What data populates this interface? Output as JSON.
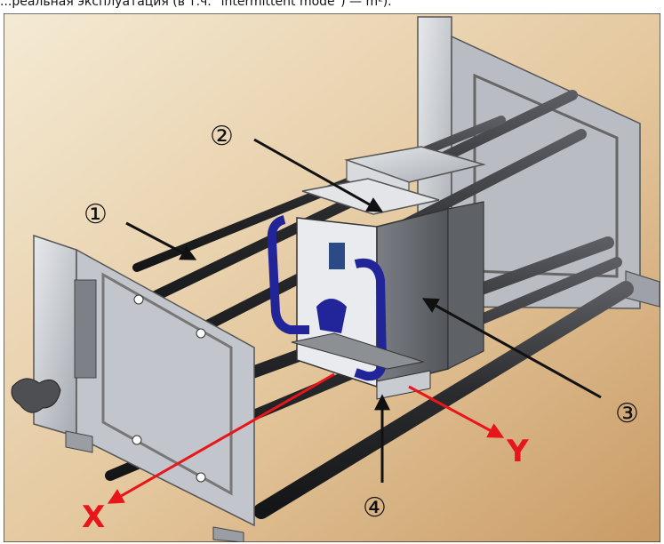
{
  "caption": "...реальная эксплуатация (в т.ч. \"intermittent mode\") — m²).",
  "callouts": {
    "c1": "①",
    "c2": "②",
    "c3": "③",
    "c4": "④"
  },
  "axes": {
    "x_label": "X",
    "y_label": "Y"
  },
  "colors": {
    "background_top": "#f2e7cf",
    "background_bottom": "#cfa26d",
    "frame_metal": "#c9ccd1",
    "rod": "#2f3033",
    "housing_blue": "#22249a",
    "axis_red": "#e8161b"
  }
}
